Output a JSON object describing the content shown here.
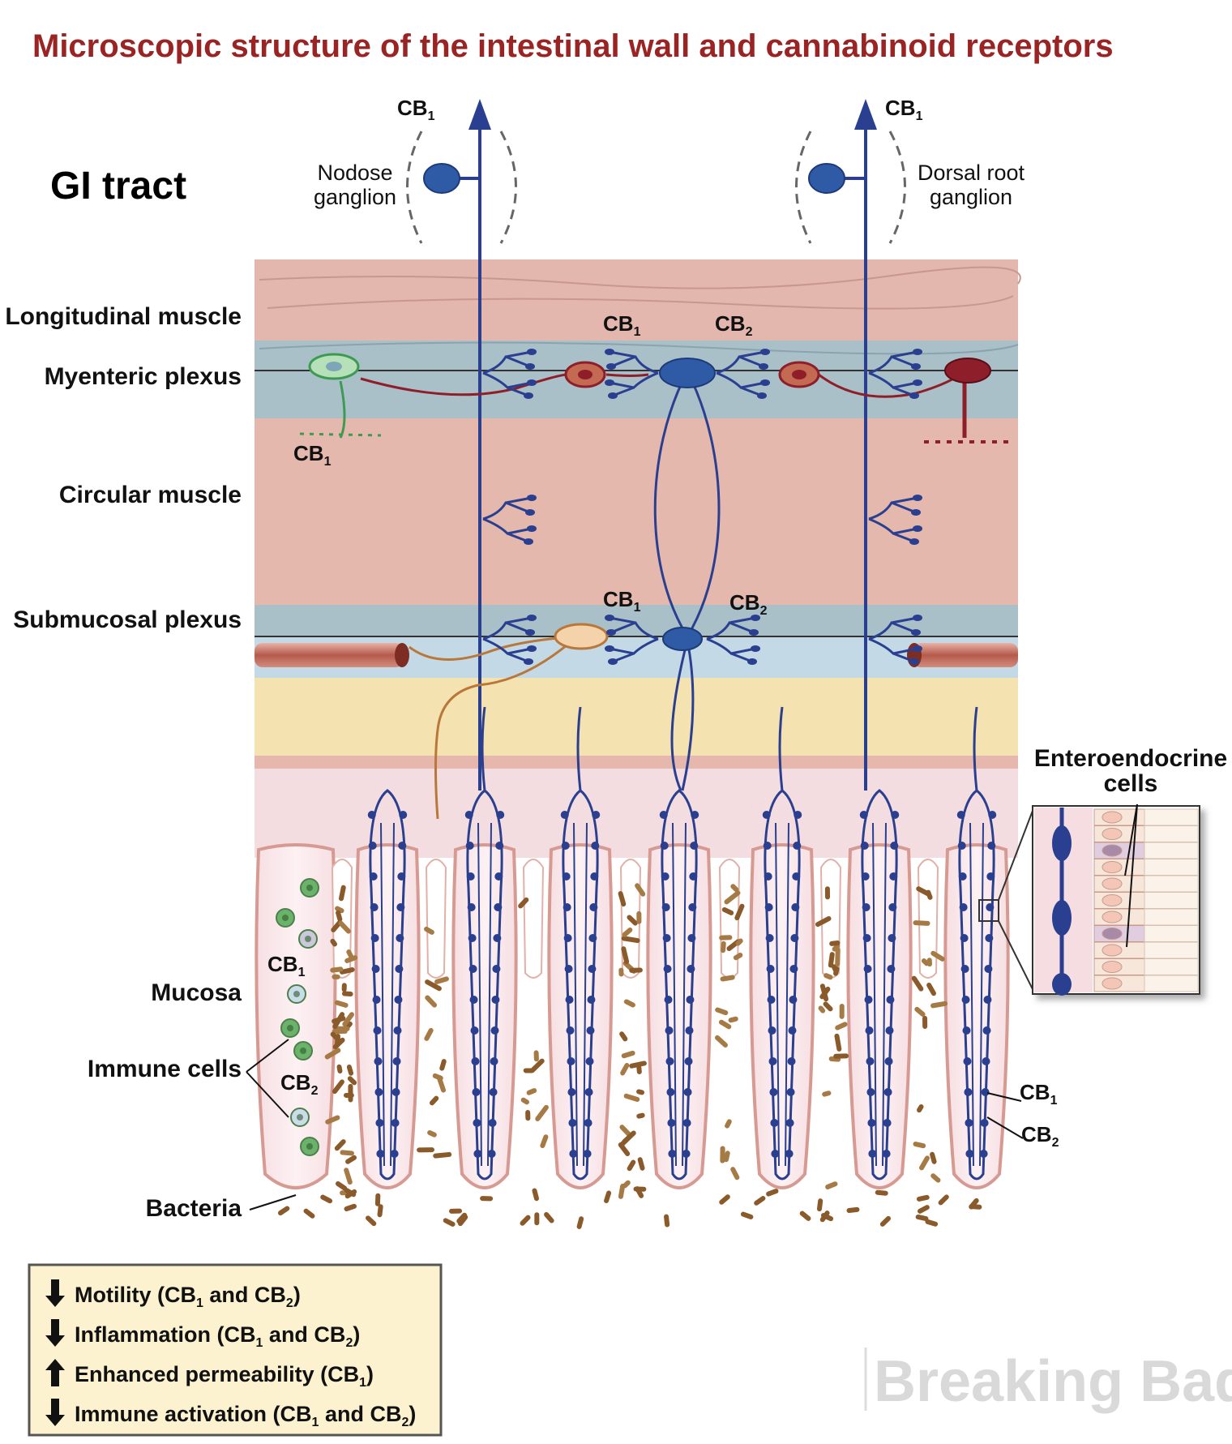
{
  "title": "Microscopic structure of the intestinal wall and cannabinoid receptors",
  "heading": "GI tract",
  "receptor": {
    "base": "CB",
    "sub1": "1",
    "sub2": "2"
  },
  "ganglia": {
    "nodose": [
      "Nodose",
      "ganglion"
    ],
    "dorsal": [
      "Dorsal root",
      "ganglion"
    ]
  },
  "layers": {
    "longitudinal": "Longitudinal muscle",
    "myenteric": "Myenteric plexus",
    "circular": "Circular muscle",
    "submucosal": "Submucosal plexus",
    "mucosa": "Mucosa",
    "immune": "Immune cells",
    "bacteria": "Bacteria"
  },
  "enteroendocrine": [
    "Enteroendocrine",
    "cells"
  ],
  "effects": [
    {
      "arrow": "down",
      "text": "Motility (CB",
      "mid": " and CB",
      "receptors": [
        "1",
        "2"
      ]
    },
    {
      "arrow": "down",
      "text": "Inflammation (CB",
      "mid": " and CB",
      "receptors": [
        "1",
        "2"
      ]
    },
    {
      "arrow": "up",
      "text": "Enhanced permeability (CB",
      "mid": "",
      "receptors": [
        "1"
      ]
    },
    {
      "arrow": "down",
      "text": "Immune activation (CB",
      "mid": " and CB",
      "receptors": [
        "1",
        "2"
      ]
    }
  ],
  "watermark": "Breaking Bad",
  "colors": {
    "title": "#9a2424",
    "nerve": "#2a3f8f",
    "muscle": "#e3b7ad",
    "plexus": "#a9c0c9",
    "submucosa": "#f4e2b0",
    "mucosa": "#f3dde1"
  }
}
